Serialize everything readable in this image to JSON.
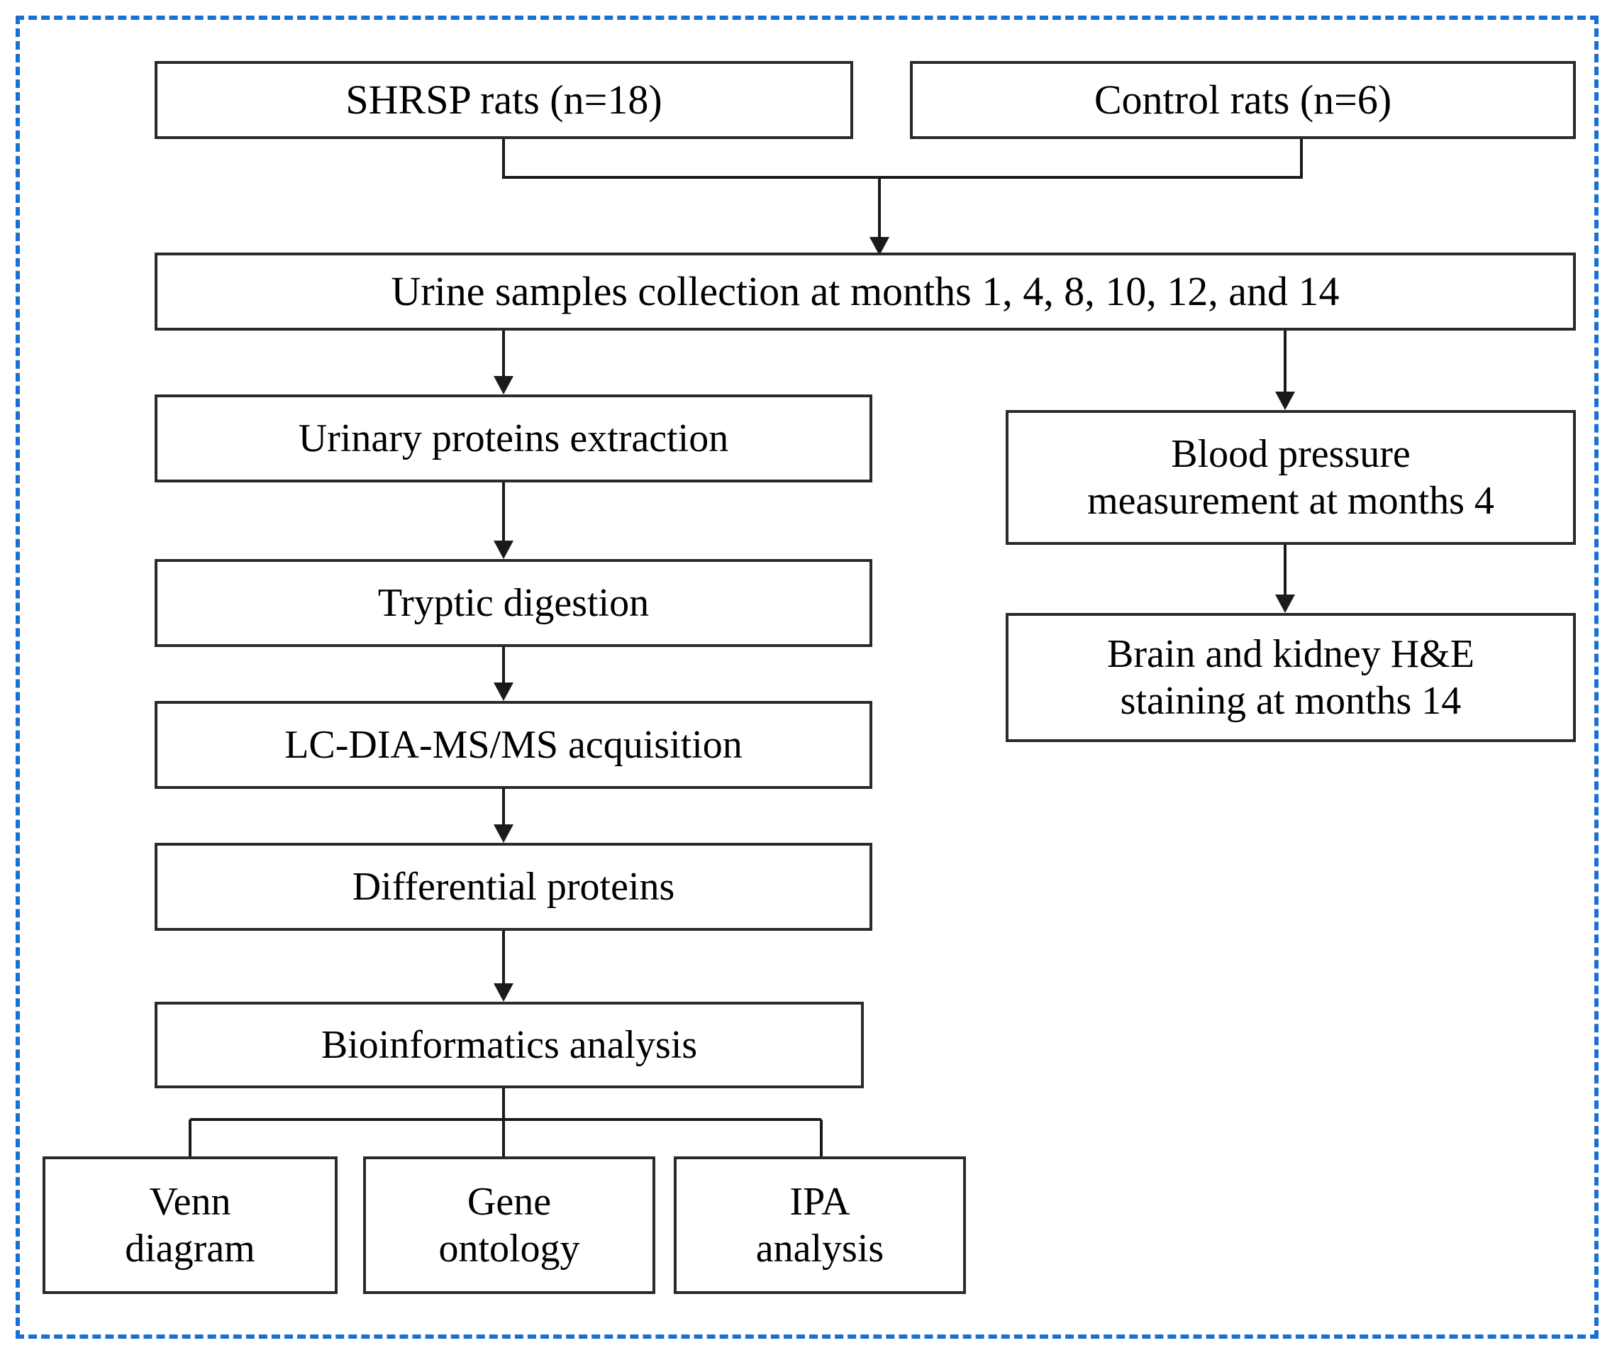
{
  "figure": {
    "type": "flowchart",
    "orientation": "top-down",
    "frame": {
      "style": "dashed",
      "color": "#1a6fd4"
    },
    "box_border_color": "#2a2a2a",
    "text_color": "#000000",
    "background": "#ffffff"
  },
  "nodes": {
    "shrsp_rats": {
      "label": "SHRSP rats (n=18)"
    },
    "control_rats": {
      "label": "Control rats (n=6)"
    },
    "urine_collection": {
      "label": "Urine samples collection at months 1, 4, 8, 10, 12, and 14"
    },
    "protein_extraction": {
      "label": "Urinary proteins extraction"
    },
    "tryptic_digestion": {
      "label": "Tryptic digestion"
    },
    "ms_acquisition": {
      "label": "LC-DIA-MS/MS acquisition"
    },
    "differential": {
      "label": "Differential proteins"
    },
    "bioinformatics": {
      "label": "Bioinformatics analysis"
    },
    "venn": {
      "label": "Venn\ndiagram"
    },
    "gene_ontology": {
      "label": "Gene\nontology"
    },
    "ipa": {
      "label": "IPA\nanalysis"
    },
    "blood_pressure": {
      "label": "Blood pressure\nmeasurement at months 4"
    },
    "he_staining": {
      "label": "Brain and kidney H&E\nstaining at months 14"
    }
  },
  "edges": [
    {
      "from": "shrsp_rats",
      "to": "urine_collection",
      "style": "elbow-merge",
      "arrow": true
    },
    {
      "from": "control_rats",
      "to": "urine_collection",
      "style": "elbow-merge",
      "arrow": true
    },
    {
      "from": "urine_collection",
      "to": "protein_extraction",
      "style": "straight",
      "arrow": true
    },
    {
      "from": "urine_collection",
      "to": "blood_pressure",
      "style": "straight",
      "arrow": true
    },
    {
      "from": "protein_extraction",
      "to": "tryptic_digestion",
      "style": "straight",
      "arrow": true
    },
    {
      "from": "tryptic_digestion",
      "to": "ms_acquisition",
      "style": "straight",
      "arrow": true
    },
    {
      "from": "ms_acquisition",
      "to": "differential",
      "style": "straight",
      "arrow": true
    },
    {
      "from": "differential",
      "to": "bioinformatics",
      "style": "straight",
      "arrow": true
    },
    {
      "from": "bioinformatics",
      "to": "venn",
      "style": "elbow-split",
      "arrow": false
    },
    {
      "from": "bioinformatics",
      "to": "gene_ontology",
      "style": "elbow-split",
      "arrow": false
    },
    {
      "from": "bioinformatics",
      "to": "ipa",
      "style": "elbow-split",
      "arrow": false
    },
    {
      "from": "blood_pressure",
      "to": "he_staining",
      "style": "straight",
      "arrow": true
    }
  ]
}
